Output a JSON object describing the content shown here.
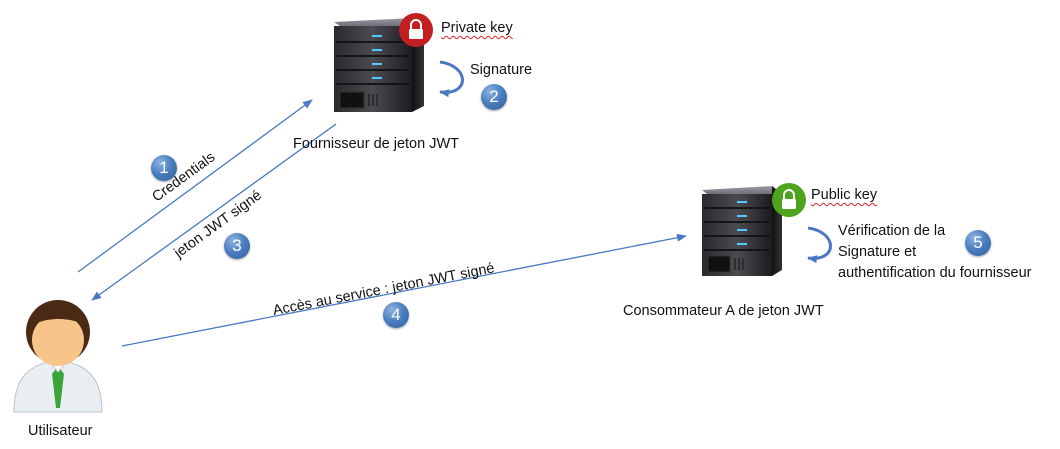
{
  "provider": {
    "name": "Fournisseur de jeton JWT",
    "key_label": "Private key",
    "action_label": "Signature",
    "key_color": "#c0201f",
    "icon": "server-icon"
  },
  "consumer": {
    "name": "Consommateur A de jeton JWT",
    "key_label": "Public key",
    "action_lines": [
      "Vérification de la",
      "Signature et",
      "authentification du fournisseur"
    ],
    "key_color": "#4ea41f",
    "icon": "server-icon"
  },
  "user": {
    "name": "Utilisateur",
    "icon": "user-avatar-icon"
  },
  "steps": [
    {
      "number": "1",
      "label": "Credentials"
    },
    {
      "number": "2",
      "label": ""
    },
    {
      "number": "3",
      "label": "jeton JWT signé"
    },
    {
      "number": "4",
      "label": "Accès au service : jeton JWT signé"
    },
    {
      "number": "5",
      "label": ""
    }
  ],
  "colors": {
    "arrow": "#4a78c2",
    "step_badge": "#4d7fc0"
  }
}
